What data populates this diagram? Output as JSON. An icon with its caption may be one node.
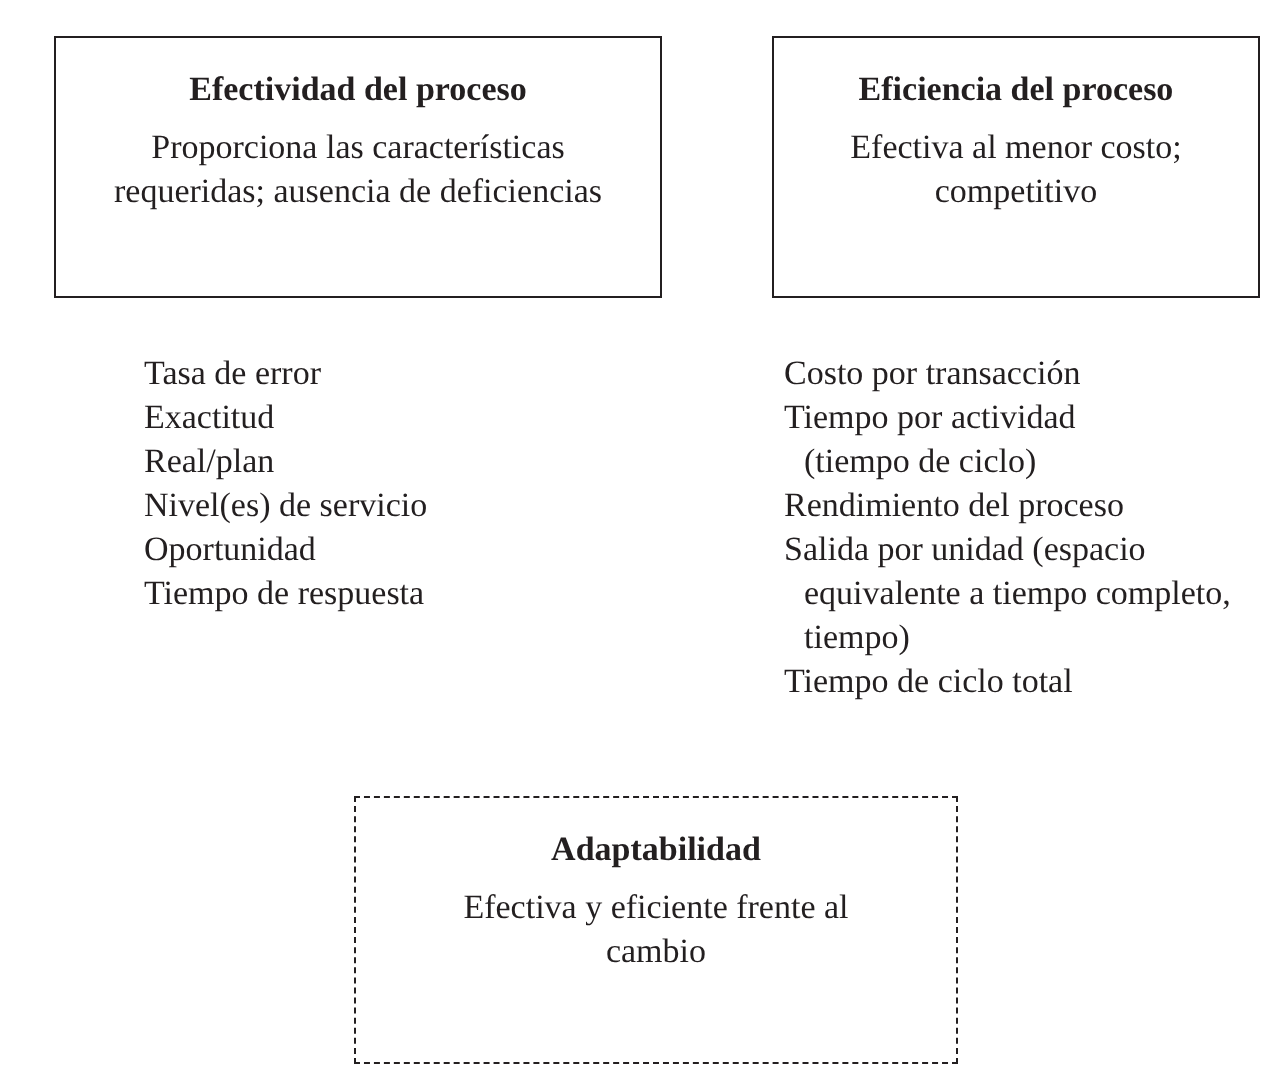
{
  "diagram": {
    "nodes": [
      {
        "text": [
          "Efectividad del proceso",
          "Proporciona las características requeridas; ausencia de deficiencias"
        ]
      },
      {
        "text": [
          "Eficiencia del proceso",
          "Efectiva al menor costo; competitivo"
        ]
      },
      {
        "text": [
          "Adaptabilidad",
          "Efectiva y eficiente frente al cambio"
        ]
      }
    ],
    "edges": [],
    "labels": [
      "Tasa de error",
      "Exactitud",
      "Real/plan",
      "Nivel(es) de servicio",
      "Oportunidad",
      "Tiempo de respuesta",
      "Costo por transacción",
      "Tiempo por actividad (tiempo de ciclo)",
      "Rendimiento del proceso",
      "Salida por unidad (espacio equivalente a tiempo completo, tiempo)",
      "Tiempo de ciclo total"
    ]
  }
}
